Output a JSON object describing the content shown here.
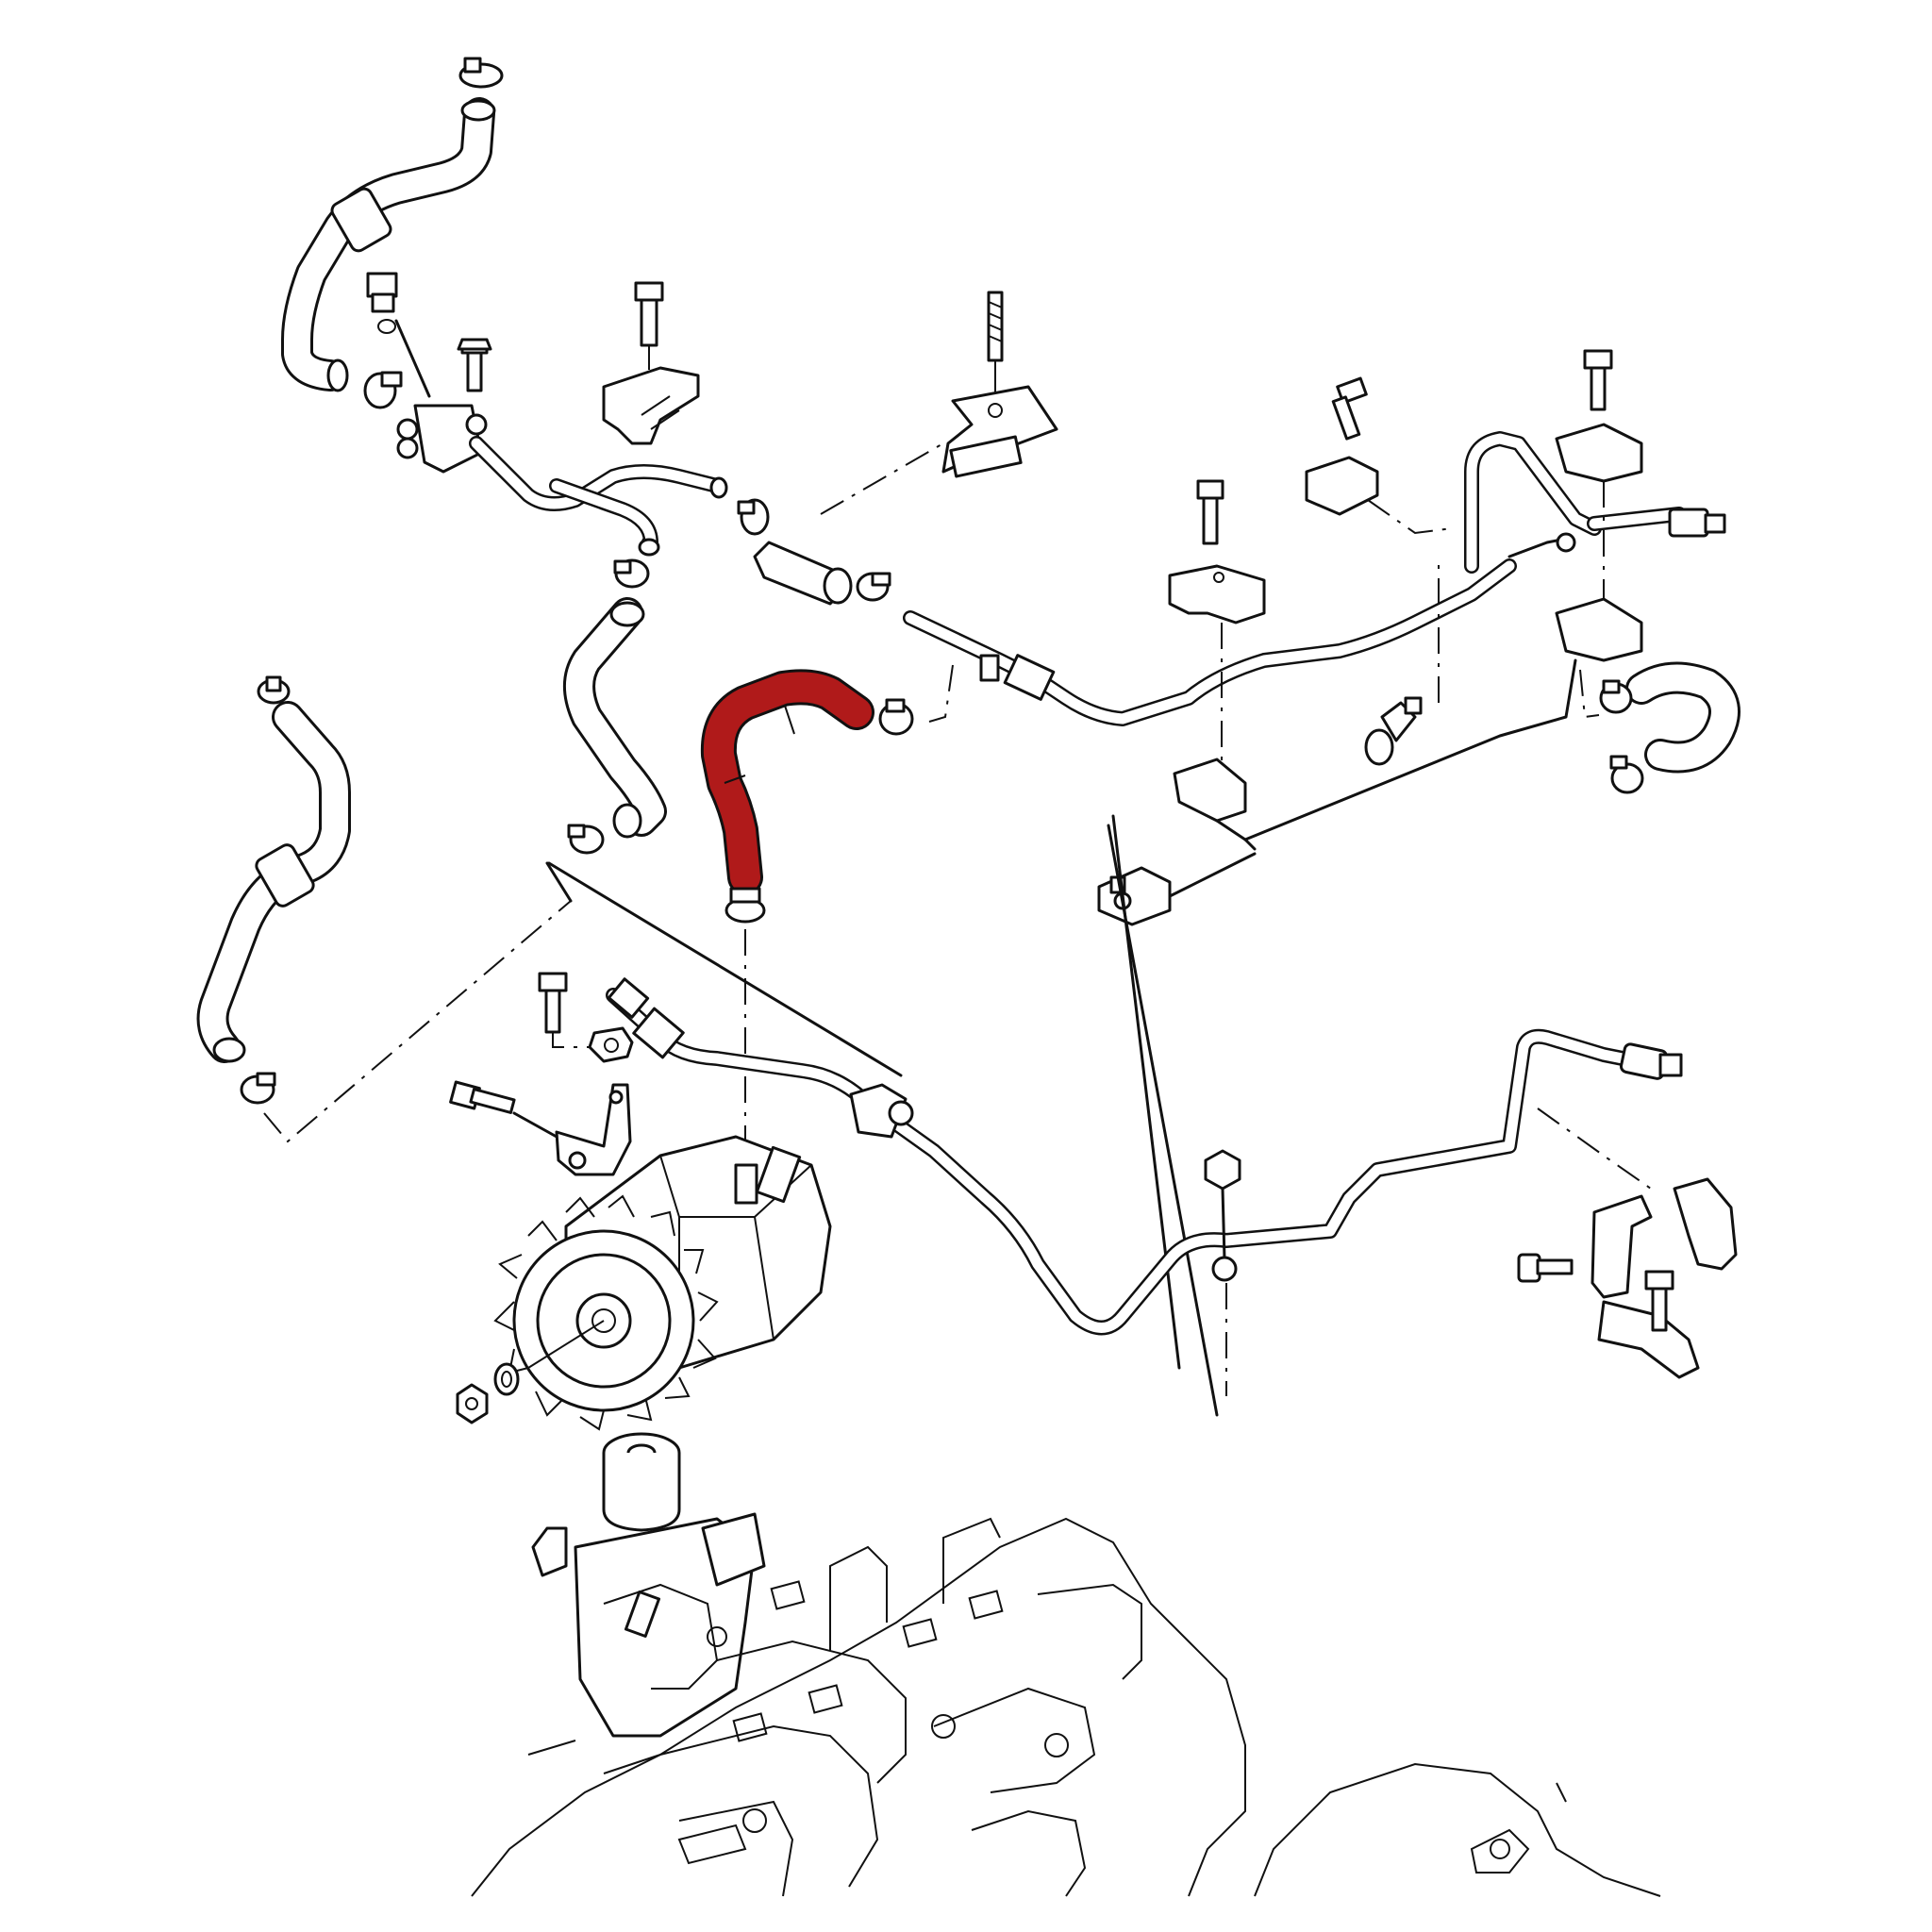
{
  "diagram": {
    "highlight_color": "#b01a1a",
    "line_color": "#111111",
    "background": "#ffffff",
    "highlighted_part": "coolant-hose",
    "parts": [
      "upper-coolant-hose",
      "left-coolant-hose",
      "center-coolant-hose",
      "highlighted-coolant-hose",
      "coolant-pipe-upper",
      "coolant-pipe-lower",
      "mounting-brackets",
      "hose-clamps",
      "bolts",
      "high-pressure-fuel-pump",
      "vacuum-pump",
      "engine-block",
      "coolant-temperature-sensor",
      "u-hose-right"
    ]
  }
}
